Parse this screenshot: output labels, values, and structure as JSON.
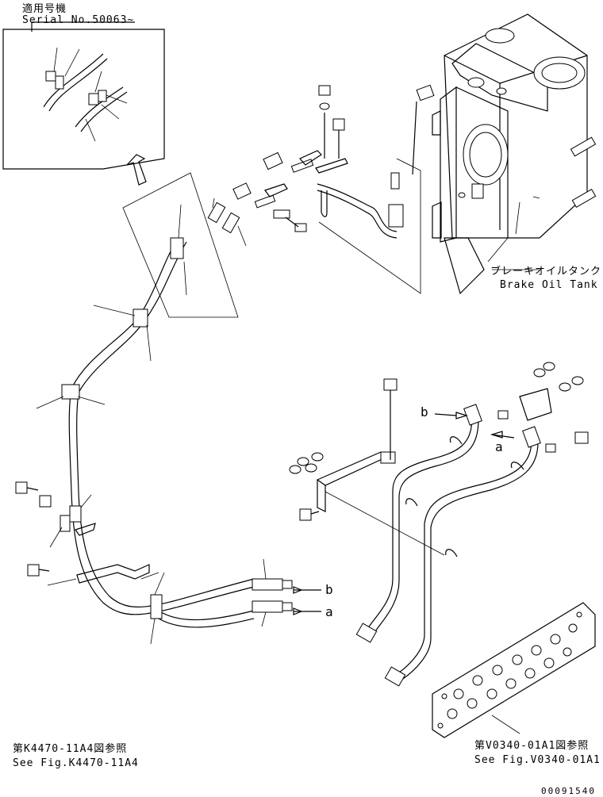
{
  "serial": {
    "jp": "適用号機",
    "en": "Serial No.50063~"
  },
  "tank_label": {
    "jp": "ブレーキオイルタンク",
    "en": "Brake Oil Tank"
  },
  "ref_left": {
    "jp": "第K4470-11A4図参照",
    "en": "See Fig.K4470-11A4"
  },
  "ref_right": {
    "jp": "第V0340-01A1図参照",
    "en": "See Fig.V0340-01A1"
  },
  "letters": {
    "a1": "a",
    "b1": "b",
    "a2": "a",
    "b2": "b"
  },
  "figure_code": "00091540"
}
